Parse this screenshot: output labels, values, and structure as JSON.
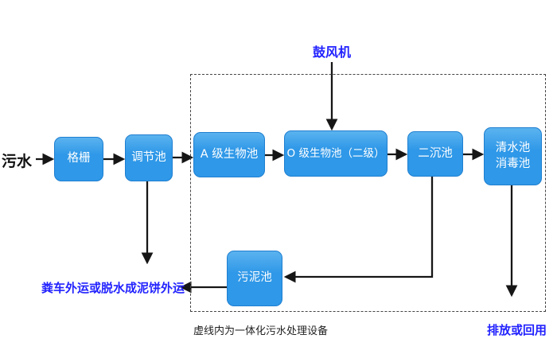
{
  "diagram": {
    "inflow_label": "污水",
    "blower_label": "鼓风机",
    "nodes": [
      {
        "id": "grid",
        "label": "格栅"
      },
      {
        "id": "regulating-tank",
        "label": "调节池"
      },
      {
        "id": "a-bio-tank",
        "label": "A 级生物池"
      },
      {
        "id": "o-bio-tank",
        "label": "O 级生物池（二级）"
      },
      {
        "id": "secondary-sedimentation-tank",
        "label": "二沉池"
      },
      {
        "id": "clear-water-disinfection-tank",
        "label": "清水池\n消毒池"
      },
      {
        "id": "sludge-tank",
        "label": "污泥池"
      }
    ],
    "sludge_out_label": "粪车外运或脱水成泥饼外运",
    "discharge_label": "排放或回用",
    "caption": "虚线内为一体化污水处理设备",
    "colors": {
      "node_fill_top": "#5bb3ef",
      "node_fill": "#2f98e8",
      "node_border": "#1f7fd0",
      "accent_blue_text": "#2222ff",
      "arrow": "#161616",
      "boundary": "#444444"
    }
  }
}
